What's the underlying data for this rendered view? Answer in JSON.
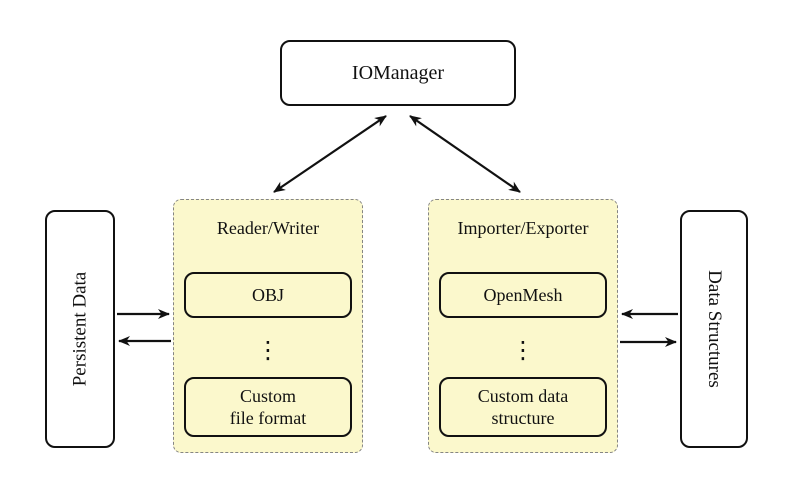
{
  "diagram": {
    "title_box": {
      "label": "IOManager"
    },
    "left_side_box": {
      "label": "Persistent Data"
    },
    "right_side_box": {
      "label": "Data Structures"
    },
    "groups": [
      {
        "title": "Reader/Writer",
        "items": [
          {
            "label": "OBJ"
          },
          {
            "label": "Custom\nfile format"
          }
        ],
        "ellipsis": "⋮"
      },
      {
        "title": "Importer/Exporter",
        "items": [
          {
            "label": "OpenMesh"
          },
          {
            "label": "Custom data\nstructure"
          }
        ],
        "ellipsis": "⋮"
      }
    ],
    "connections": [
      "IOManager <-> Reader/Writer",
      "IOManager <-> Importer/Exporter",
      "Persistent Data -> Reader/Writer",
      "Reader/Writer -> Persistent Data",
      "Data Structures -> Importer/Exporter",
      "Importer/Exporter -> Data Structures"
    ],
    "colors": {
      "group_fill": "#FBF8CC",
      "group_border": "#858585",
      "node_border": "#111111",
      "arrow": "#111111",
      "background": "#FFFFFF"
    }
  }
}
